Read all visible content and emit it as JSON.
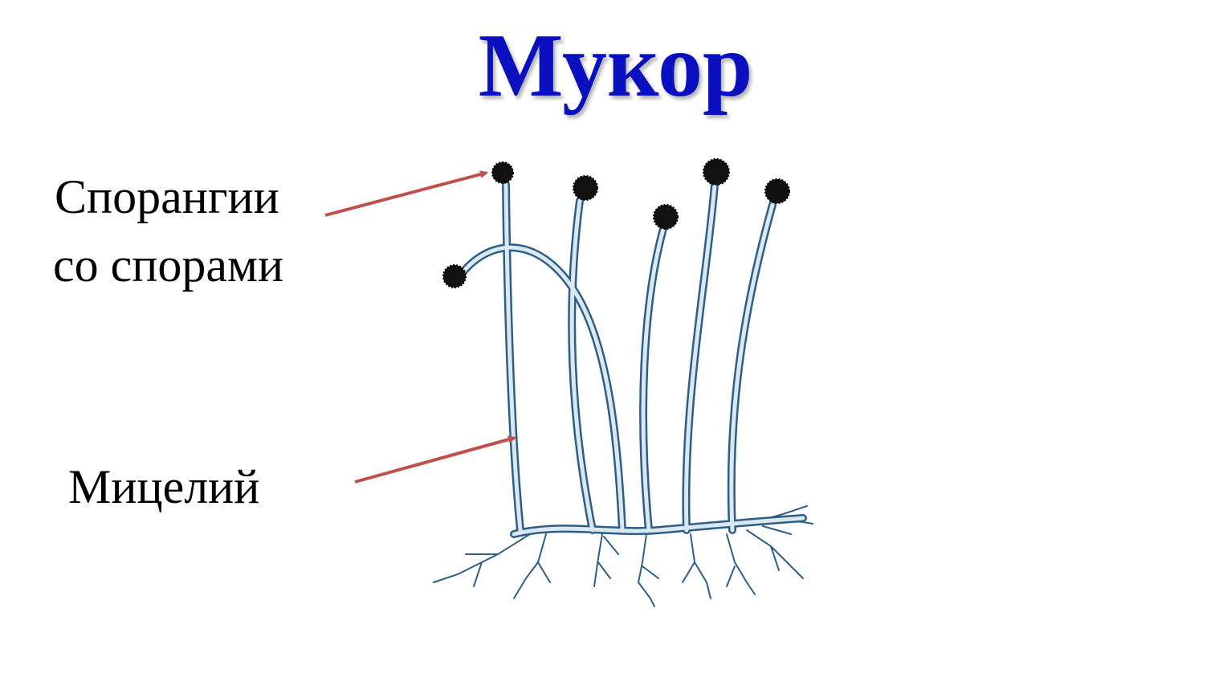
{
  "title": "Мукор",
  "labels": {
    "sporangia_line1": "Спорангии",
    "sporangia_line2": "со спорами",
    "mycelium": "Мицелий"
  },
  "colors": {
    "title": "#0a10c0",
    "arrow": "#c0504d",
    "hypha_outline": "#2d5f86",
    "hypha_fill": "#dbe8f2",
    "sporangium": "#111111"
  }
}
